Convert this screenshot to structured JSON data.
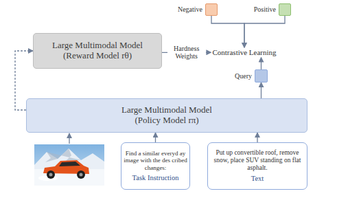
{
  "diagram": {
    "nodes": [
      {
        "text": [
          "Negative"
        ]
      },
      {
        "text": [
          "Positive"
        ]
      },
      {
        "text": [
          "Large Multimodal Model (Reward Model rθ)"
        ]
      },
      {
        "text": [
          "Contrastive Learning"
        ]
      },
      {
        "text": [
          "Query"
        ]
      },
      {
        "text": [
          "Large Multimodal Model (Policy Model rπ)"
        ]
      },
      {
        "text": [
          "Find a similar everyd ay image with the des cribed changes:",
          "Task Instruction"
        ]
      },
      {
        "text": [
          "Put up convertible roof, remove snow, place SUV standing on flat asphalt.",
          "Text"
        ]
      }
    ],
    "edges": [
      {
        "from": 0,
        "to": 3,
        "arrow": "to"
      },
      {
        "from": 1,
        "to": 3,
        "arrow": "to"
      },
      {
        "from": 2,
        "to": 3,
        "label": "Hardness Weights",
        "arrow": "to"
      },
      {
        "from": 4,
        "to": 3,
        "arrow": "to"
      },
      {
        "from": 5,
        "to": 4,
        "arrow": "to"
      },
      {
        "from": 5,
        "to": 2,
        "arrow": "to"
      },
      {
        "from": 6,
        "to": 5,
        "arrow": "to"
      },
      {
        "from": 7,
        "to": 5,
        "arrow": "to"
      }
    ]
  }
}
